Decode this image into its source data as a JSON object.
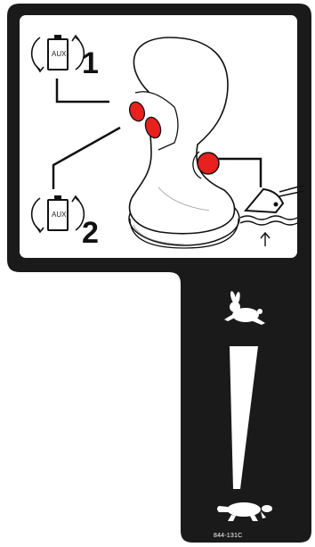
{
  "decal": {
    "colors": {
      "background": "#1a1a1a",
      "panel": "#ffffff",
      "button": "#e8201e",
      "ink": "#111111"
    },
    "labels": {
      "aux": "AUX",
      "number_1": "1",
      "number_2": "2"
    },
    "speed_scale": {
      "fast_icon": "rabbit-icon",
      "slow_icon": "turtle-icon"
    },
    "part_number": "844-131C",
    "icons": [
      "aux-battery-rotate-icon",
      "joystick-handle",
      "bucket-float-icon",
      "rabbit-icon",
      "turtle-icon",
      "speed-wedge"
    ]
  }
}
